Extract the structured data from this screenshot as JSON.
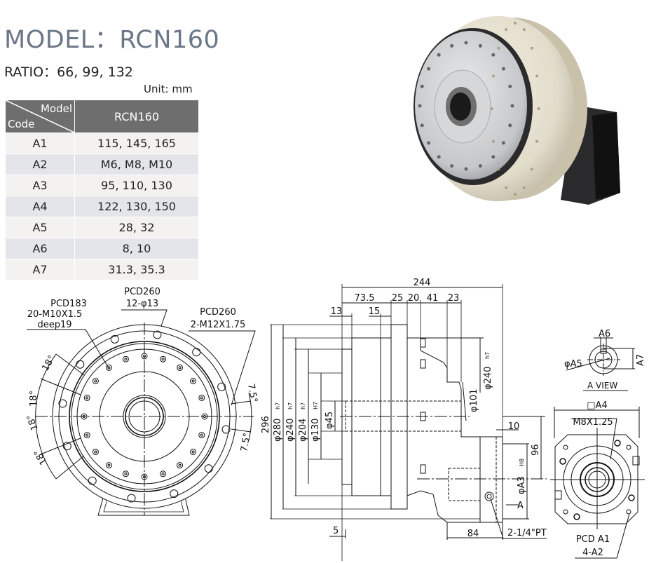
{
  "header": {
    "title": "MODEL：RCN160",
    "ratio": "RATIO：66, 99, 132",
    "unit": "Unit: mm"
  },
  "table": {
    "corner_model": "Model",
    "corner_code": "Code",
    "column": "RCN160",
    "rows": [
      {
        "code": "A1",
        "value": "115, 145, 165"
      },
      {
        "code": "A2",
        "value": "M6, M8, M10"
      },
      {
        "code": "A3",
        "value": "95, 110, 130"
      },
      {
        "code": "A4",
        "value": "122, 130, 150"
      },
      {
        "code": "A5",
        "value": "28, 32"
      },
      {
        "code": "A6",
        "value": "8, 10"
      },
      {
        "code": "A7",
        "value": "31.3, 35.3"
      }
    ]
  },
  "front_view": {
    "pcd183_l1": "PCD183",
    "pcd183_l2": "20-M10X1.5",
    "pcd183_l3": "deep19",
    "pcd260a_l1": "PCD260",
    "pcd260a_l2": "12-φ13",
    "pcd260b_l1": "PCD260",
    "pcd260b_l2": "2-M12X1.75",
    "angle_18": "18°",
    "angle_75": "7.5°"
  },
  "side_view": {
    "d244": "244",
    "d735": "73.5",
    "d25": "25",
    "d20": "20",
    "d41": "41",
    "d23": "23",
    "d13": "13",
    "d15": "15",
    "d296": "296",
    "d280": "φ280",
    "d240": "φ240",
    "d204": "φ204",
    "d130": "φ130",
    "d45": "φ45",
    "d240r": "φ240",
    "d101": "φ101",
    "h7": "h7",
    "H7": "H7",
    "H8": "H8",
    "d10": "10",
    "d96": "96",
    "dA3": "φA3",
    "arrowA": "A",
    "d5": "5",
    "d84": "84",
    "pt": "2-1/4\"PT"
  },
  "a_view": {
    "A6": "A6",
    "A5": "φA5",
    "A7": "A7",
    "caption": "A VIEW"
  },
  "motor_view": {
    "A4": "□A4",
    "thread": "M8X1.25",
    "pcd": "PCD A1",
    "holes": "4-A2"
  }
}
